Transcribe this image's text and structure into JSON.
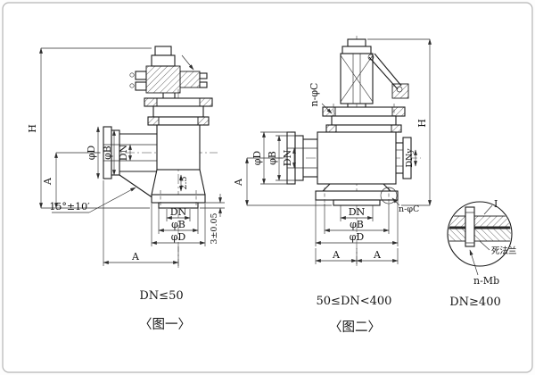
{
  "figure1": {
    "dims": {
      "h": "H",
      "a_side": "A",
      "phi_d_side": "φD",
      "phi_b_side": "φB",
      "dn_side": "DN",
      "seat_angle": "15°±10′",
      "face_height": "2.5",
      "groove_depth": "3±0.05",
      "dn_bottom": "DN",
      "phi_b_bottom": "φB",
      "phi_d_bottom": "φD",
      "a_bottom": "A"
    },
    "condition": "DN≤50",
    "title": "〈图一〉"
  },
  "figure2": {
    "dims": {
      "n_phi_c_top": "n-φC",
      "h": "H",
      "phi_d_side": "φD",
      "phi_b_side": "φB",
      "dn_side": "DN",
      "dn_y": "DNy",
      "a_side": "A",
      "n_phi_c_bottom": "n-φC",
      "dn_bottom": "DN",
      "phi_b_bottom": "φB",
      "phi_d_bottom": "φD",
      "a_bottom_left": "A",
      "a_bottom_right": "A"
    },
    "condition": "50≤DN<400",
    "title": "〈图二〉"
  },
  "detail": {
    "mark": "I",
    "label": "死法兰",
    "bolt_spec": "n-Mb",
    "condition": "DN≥400"
  }
}
